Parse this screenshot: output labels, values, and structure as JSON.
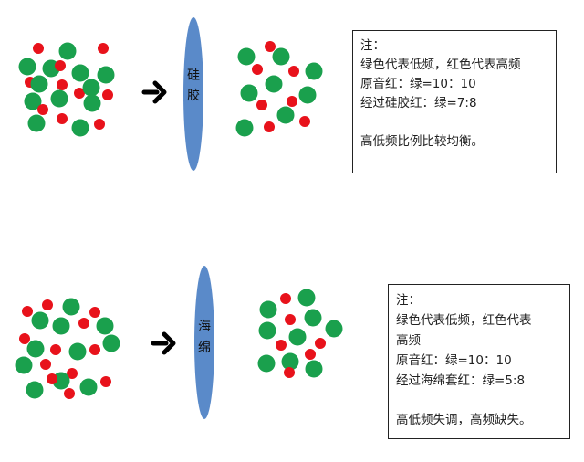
{
  "colors": {
    "green": "#1aa04d",
    "red": "#e8121b",
    "lens": "#5a8ac9",
    "arrow": "#000000"
  },
  "top": {
    "lens_label_1": "硅",
    "lens_label_2": "胶",
    "note": {
      "line1": "注：",
      "line2": "绿色代表低频，红色代表高频",
      "line3": "原音红：绿=10：10",
      "line4": "经过硅胶红：绿=7:8",
      "line5": "高低频比例比较均衡。"
    }
  },
  "bottom": {
    "lens_label_1": "海",
    "lens_label_2": "绵",
    "note": {
      "line1": "注：",
      "line2": "绿色代表低频，红色代表",
      "line3": "高频",
      "line4": "原音红：绿=10：10",
      "line5": "经过海绵套红：绿=5:8",
      "line6": "高低频失调，高频缺失。"
    }
  }
}
